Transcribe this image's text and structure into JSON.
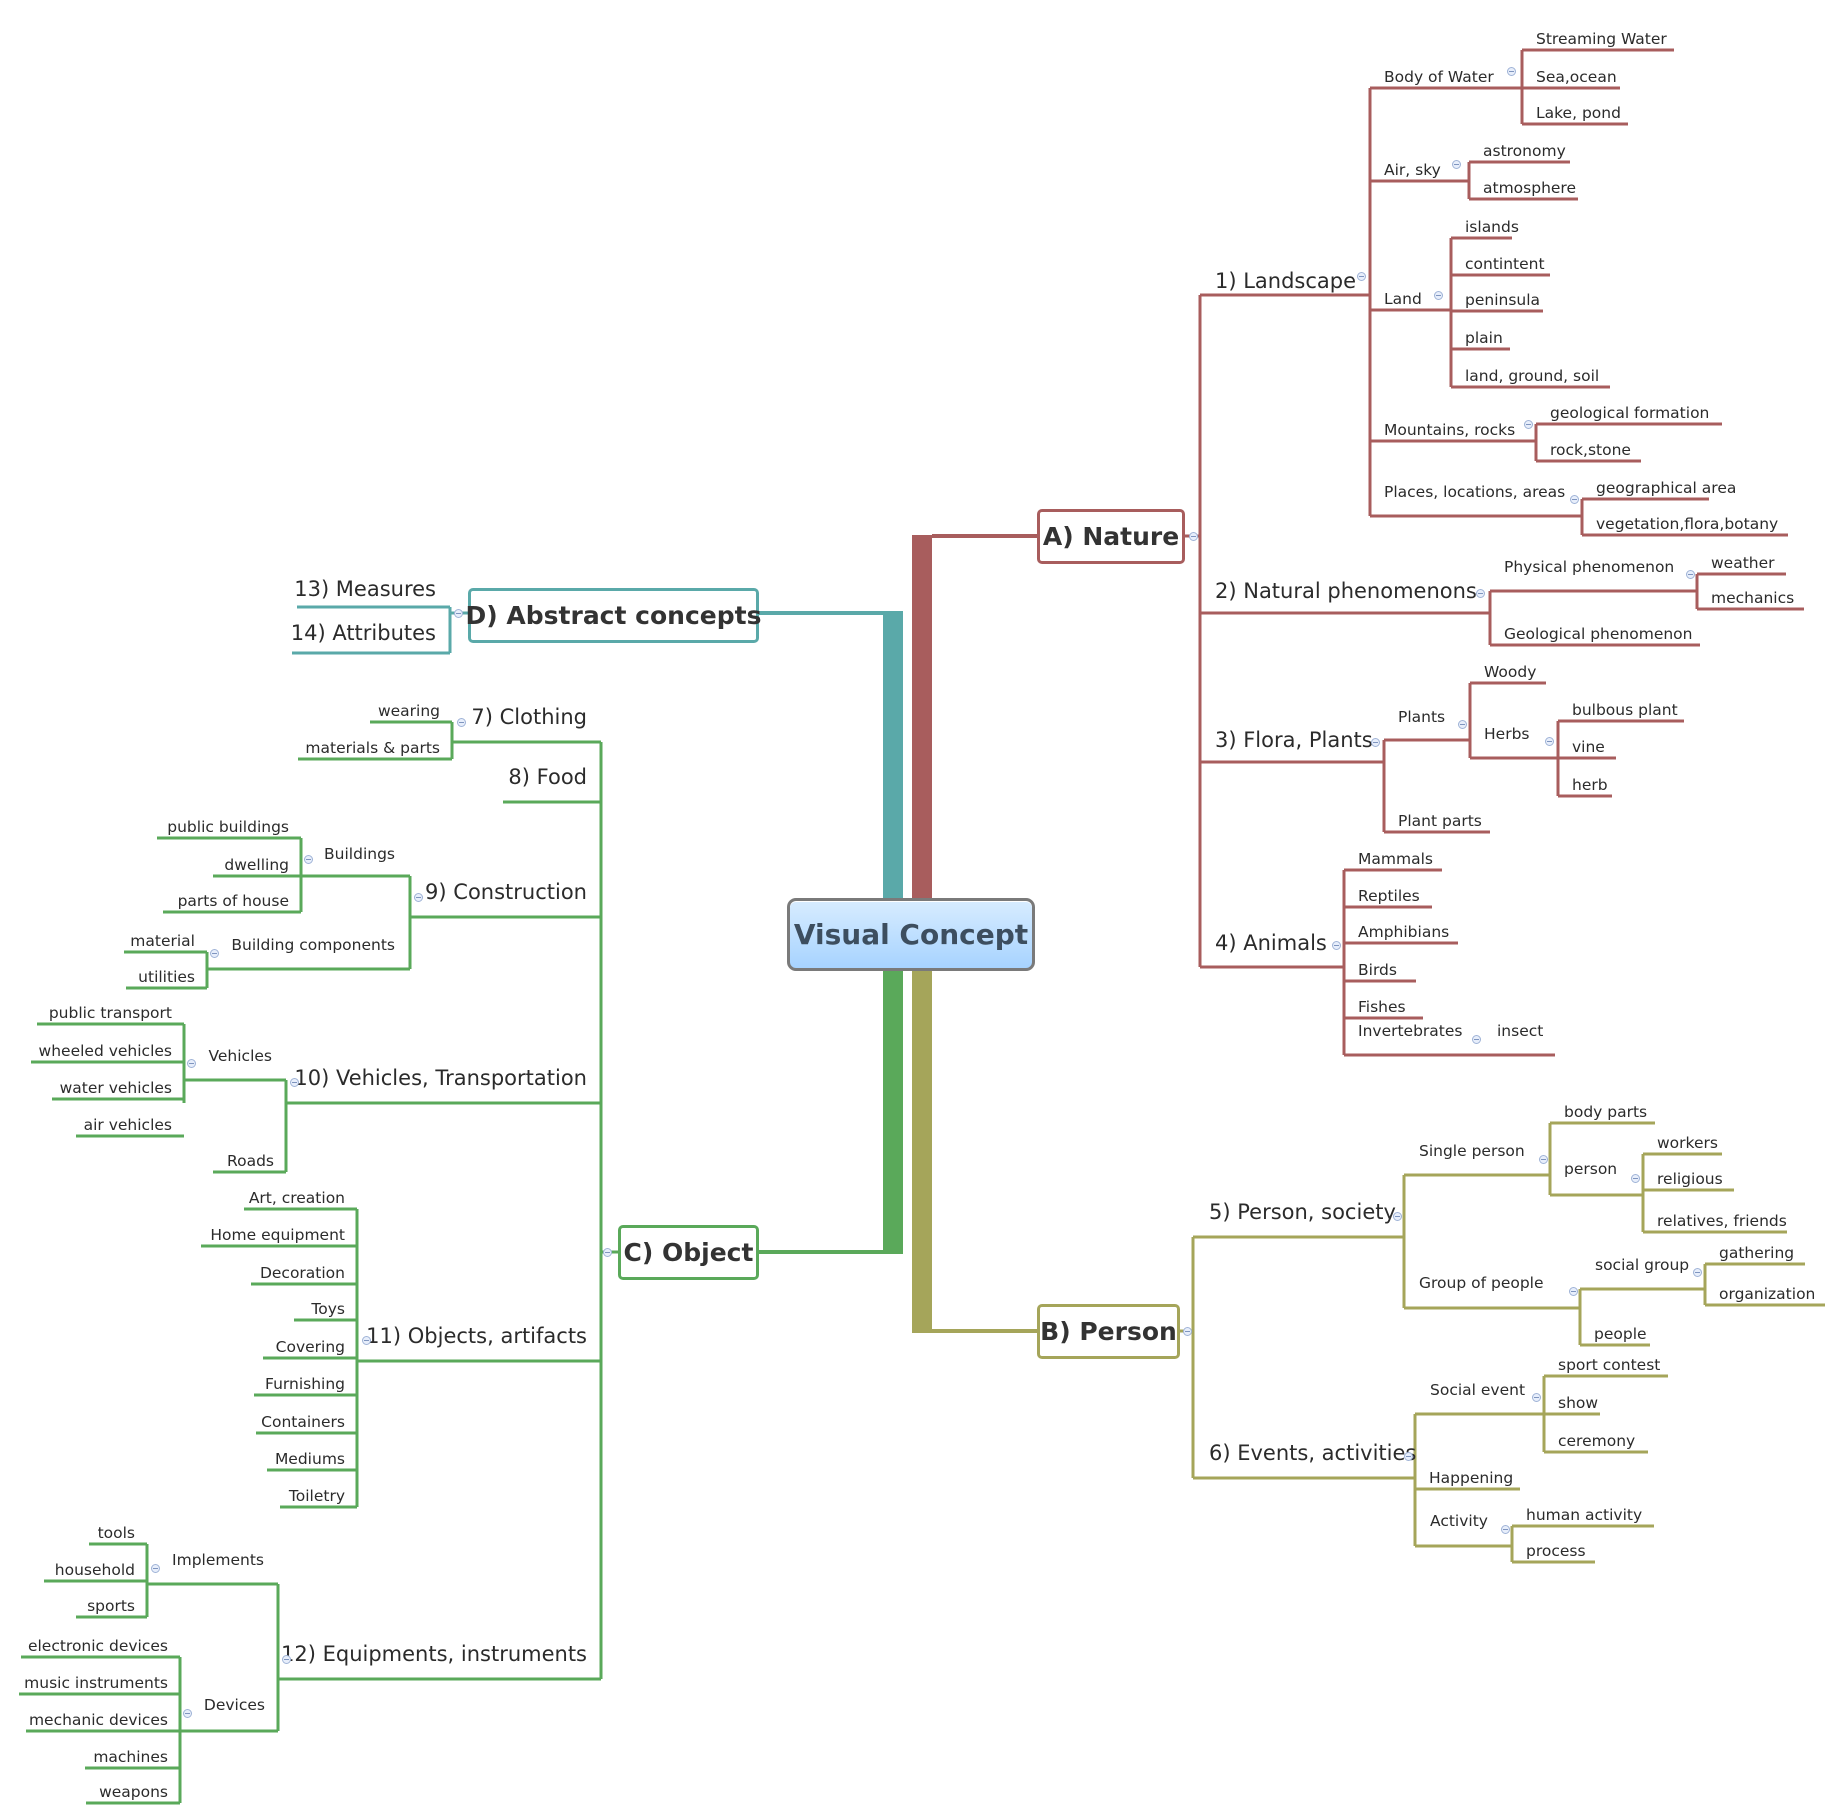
{
  "title": "Visual Concept",
  "colors": {
    "nature": "#a85d5d",
    "person": "#a5a55a",
    "object": "#5aa95a",
    "abstract": "#5aa9a9",
    "root_border": "#7a7a7a"
  },
  "branches": {
    "nature": {
      "label": "A) Nature",
      "children": [
        {
          "label": "1) Landscape",
          "children": [
            {
              "label": "Body of Water",
              "children": [
                "Streaming Water",
                "Sea,ocean",
                "Lake, pond"
              ]
            },
            {
              "label": "Air, sky",
              "children": [
                "astronomy",
                "atmosphere"
              ]
            },
            {
              "label": "Land",
              "children": [
                "islands",
                "contintent",
                "peninsula",
                "plain",
                "land, ground, soil"
              ]
            },
            {
              "label": "Mountains, rocks",
              "children": [
                "geological formation",
                "rock,stone"
              ]
            },
            {
              "label": "Places, locations, areas",
              "children": [
                "geographical area",
                "vegetation,flora,botany"
              ]
            }
          ]
        },
        {
          "label": "2) Natural phenomenons",
          "children": [
            {
              "label": "Physical phenomenon",
              "children": [
                "weather",
                "mechanics"
              ]
            },
            {
              "label": "Geological phenomenon"
            }
          ]
        },
        {
          "label": "3) Flora, Plants",
          "children": [
            {
              "label": "Plants",
              "children": [
                "Woody",
                {
                  "label": "Herbs",
                  "children": [
                    "bulbous plant",
                    "vine",
                    "herb"
                  ]
                }
              ]
            },
            {
              "label": "Plant parts"
            }
          ]
        },
        {
          "label": "4) Animals",
          "children": [
            "Mammals",
            "Reptiles",
            "Amphibians",
            "Birds",
            "Fishes",
            {
              "label": "Invertebrates",
              "children": [
                "insect"
              ]
            }
          ]
        }
      ]
    },
    "person": {
      "label": "B) Person",
      "children": [
        {
          "label": "5) Person, society",
          "children": [
            {
              "label": "Single person",
              "children": [
                "body parts",
                {
                  "label": "person",
                  "children": [
                    "workers",
                    "religious",
                    "relatives, friends"
                  ]
                }
              ]
            },
            {
              "label": "Group of people",
              "children": [
                {
                  "label": "social group",
                  "children": [
                    "gathering",
                    "organization"
                  ]
                },
                "people"
              ]
            }
          ]
        },
        {
          "label": "6) Events, activities",
          "children": [
            {
              "label": "Social event",
              "children": [
                "sport contest",
                "show",
                "ceremony"
              ]
            },
            "Happening",
            {
              "label": "Activity",
              "children": [
                "human activity",
                "process"
              ]
            }
          ]
        }
      ]
    },
    "object": {
      "label": "C) Object",
      "children": [
        {
          "label": "7) Clothing",
          "children": [
            "wearing",
            "materials & parts"
          ]
        },
        {
          "label": "8) Food"
        },
        {
          "label": "9) Construction",
          "children": [
            {
              "label": "Buildings",
              "children": [
                "public buildings",
                "dwelling",
                "parts of house"
              ]
            },
            {
              "label": "Building components",
              "children": [
                "material",
                "utilities"
              ]
            }
          ]
        },
        {
          "label": "10) Vehicles, Transportation",
          "children": [
            {
              "label": "Vehicles",
              "children": [
                "public transport",
                "wheeled vehicles",
                "water vehicles",
                "air vehicles"
              ]
            },
            "Roads"
          ]
        },
        {
          "label": "11) Objects, artifacts",
          "children": [
            "Art, creation",
            "Home equipment",
            "Decoration",
            "Toys",
            "Covering",
            "Furnishing",
            "Containers",
            "Mediums",
            "Toiletry"
          ]
        },
        {
          "label": "12) Equipments, instruments",
          "children": [
            {
              "label": "Implements",
              "children": [
                "tools",
                "household",
                "sports"
              ]
            },
            {
              "label": "Devices",
              "children": [
                "electronic devices",
                "music instruments",
                "mechanic devices",
                "machines",
                "weapons"
              ]
            }
          ]
        }
      ]
    },
    "abstract": {
      "label": "D) Abstract concepts",
      "children": [
        "13) Measures",
        "14) Attributes"
      ]
    }
  }
}
